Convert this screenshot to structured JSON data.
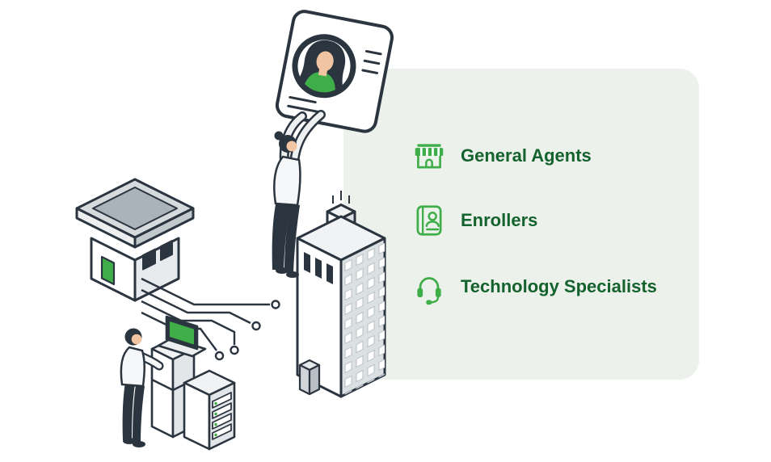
{
  "colors": {
    "accent_green": "#3fae49",
    "text_dark_green": "#14622d",
    "panel_background": "#edf1ec",
    "illustration_outline": "#2b3540",
    "skin_tone": "#f1c5a1"
  },
  "panel": {
    "items": [
      {
        "id": "general-agents",
        "icon": "storefront-icon",
        "label": "General Agents"
      },
      {
        "id": "enrollers",
        "icon": "id-card-icon",
        "label": "Enrollers"
      },
      {
        "id": "technology-specialists",
        "icon": "headset-icon",
        "label": "Technology Specialists"
      }
    ]
  },
  "illustration": {
    "parts": [
      "profile-card",
      "person-reaching",
      "storefront-building",
      "office-tower",
      "circuit-traces",
      "kiosk-desk",
      "laptop",
      "person-at-kiosk",
      "server-rack"
    ]
  }
}
